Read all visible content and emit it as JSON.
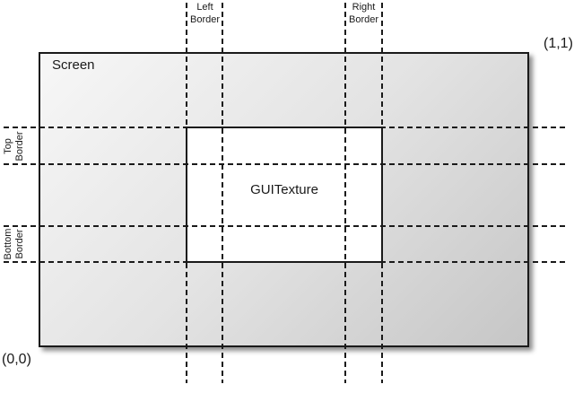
{
  "diagram": {
    "screen": {
      "label": "Screen"
    },
    "texture": {
      "label": "GUITexture"
    },
    "coordinates": {
      "top_right": "(1,1)",
      "bottom_left": "(0,0)"
    },
    "borders": {
      "left": "Left Border",
      "right": "Right Border",
      "top": "Top Border",
      "bottom": "Bottom Border"
    },
    "colors": {
      "line": "#1a1a1a",
      "screen_gradient_top_left": "#f7f7f7",
      "screen_gradient_bottom_right": "#c6c6c6",
      "texture_fill": "#ffffff",
      "background": "#ffffff"
    }
  }
}
